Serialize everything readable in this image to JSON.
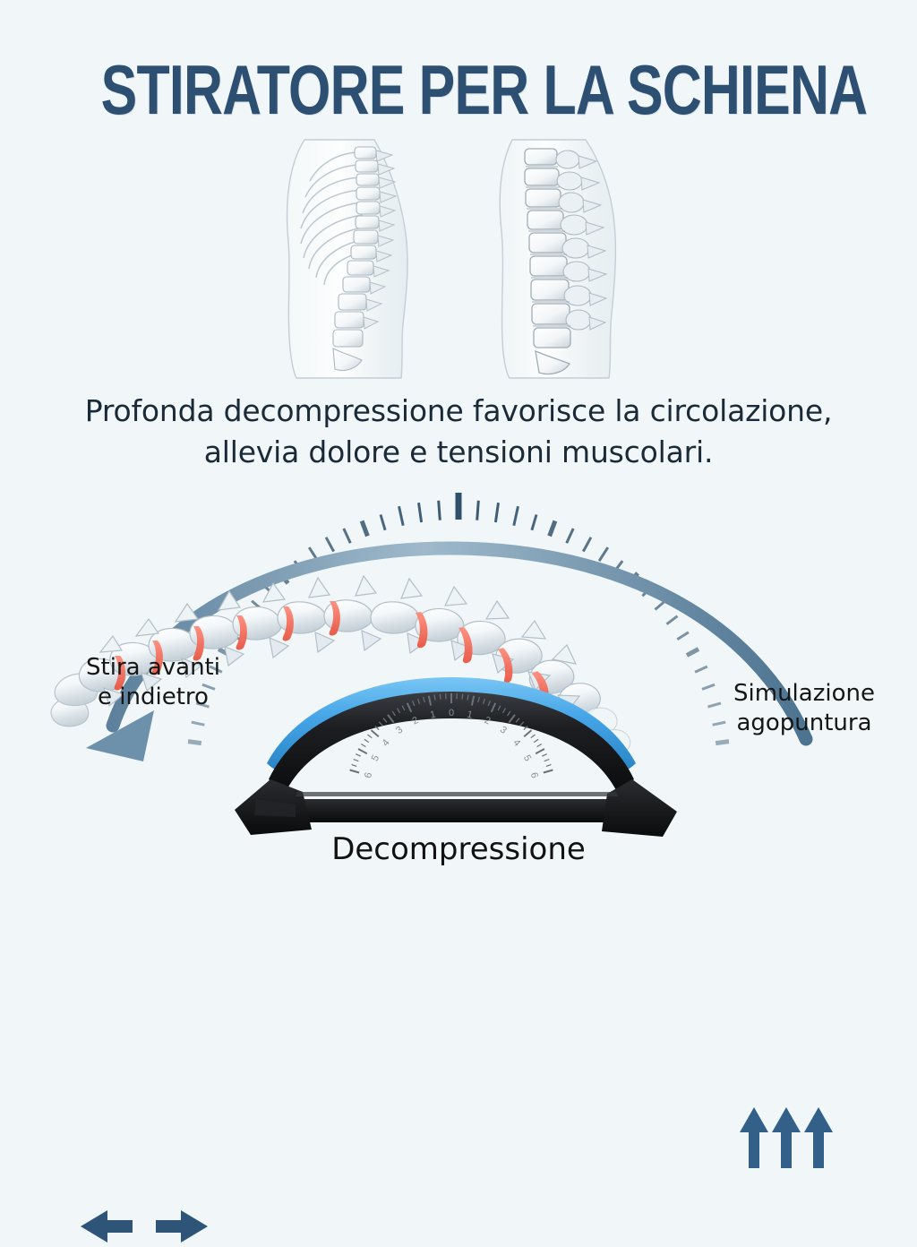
{
  "background_color": "#f1f7f8",
  "title": {
    "text": "STIRATORE PER LA SCHIENA",
    "color": "#2c4f72"
  },
  "subtitle": {
    "line1": "Profonda decompressione favorisce la circolazione,",
    "line2": "allevia dolore e tensioni muscolari.",
    "color": "#1b2a38"
  },
  "illustrations": {
    "left": {
      "name": "torso-ribcage-spine-illustration",
      "description": "Silhouette del torso con gabbia toracica e colonna vertebrale"
    },
    "right": {
      "name": "lumbar-spine-illustration",
      "description": "Colonna vertebrale lombare in vista laterale"
    }
  },
  "scene": {
    "arc_ticks": {
      "name": "radial-tick-arc",
      "tick_color": "#2f4f6b",
      "tick_count": 41,
      "center_tick_index": 20
    },
    "motion_arrow": {
      "name": "curved-stretch-arrow",
      "color": "#6e91ab",
      "direction": "down-left"
    },
    "spine_3d": {
      "name": "spine-3d-model",
      "vertebra_color": "#eef3f6",
      "disc_highlight_color": "#f06452",
      "disc_count": 7
    },
    "device": {
      "name": "back-stretcher-device",
      "frame_color": "#131416",
      "cushion_color": "#46a6e8",
      "scale_numbers": [
        "6",
        "5",
        "4",
        "3",
        "2",
        "1",
        "0",
        "1",
        "2",
        "3",
        "4",
        "5",
        "6"
      ]
    }
  },
  "labels": {
    "left": {
      "line1": "Stira avanti",
      "line2": "e indietro",
      "icon": "left-right-arrows-icon",
      "color": "#161616"
    },
    "right": {
      "line1": "Simulazione",
      "line2": "agopuntura",
      "icon": "three-up-arrows-icon",
      "color": "#161616"
    },
    "bottom": {
      "text": "Decompressione",
      "color": "#121212"
    }
  },
  "accent_colors": {
    "deep_blue": "#2c4f72",
    "arrow_blue": "#2e5578",
    "slate_blue": "#6e91ab",
    "cushion_blue": "#46a6e8",
    "disc_red": "#f06452"
  }
}
